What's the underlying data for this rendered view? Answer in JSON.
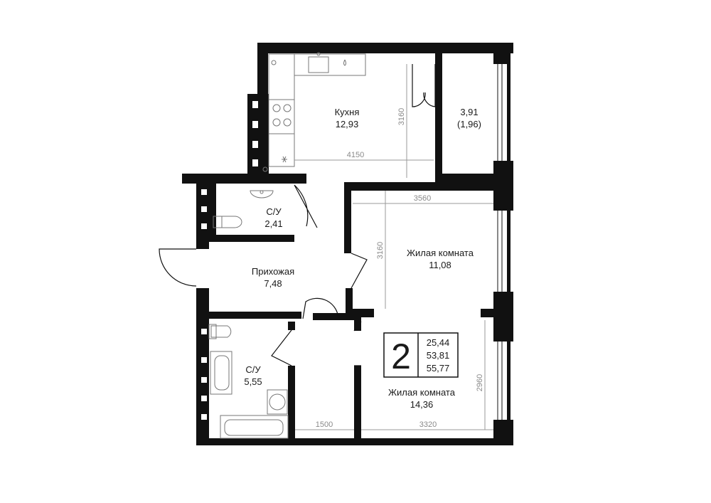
{
  "rooms": {
    "kitchen": {
      "name": "Кухня",
      "area": "12,93"
    },
    "balcony": {
      "area": "3,91",
      "reduced": "(1,96)"
    },
    "bath_small": {
      "name": "С/У",
      "area": "2,41"
    },
    "hall": {
      "name": "Прихожая",
      "area": "7,48"
    },
    "living_1": {
      "name": "Жилая комната",
      "area": "11,08"
    },
    "bath_big": {
      "name": "С/У",
      "area": "5,55"
    },
    "living_2": {
      "name": "Жилая комната",
      "area": "14,36"
    }
  },
  "dimensions": {
    "kitchen_width": "4150",
    "kitchen_height": "3160",
    "living1_width": "3560",
    "living1_height": "3160",
    "corridor_width": "1500",
    "living2_width": "3320",
    "living2_height": "2960"
  },
  "summary": {
    "rooms_count": "2",
    "living_area": "25,44",
    "total_area": "53,81",
    "total_with_balcony": "55,77"
  },
  "colors": {
    "wall": "#111111",
    "dim_line": "#9a9a9a",
    "fixture": "#777777"
  }
}
